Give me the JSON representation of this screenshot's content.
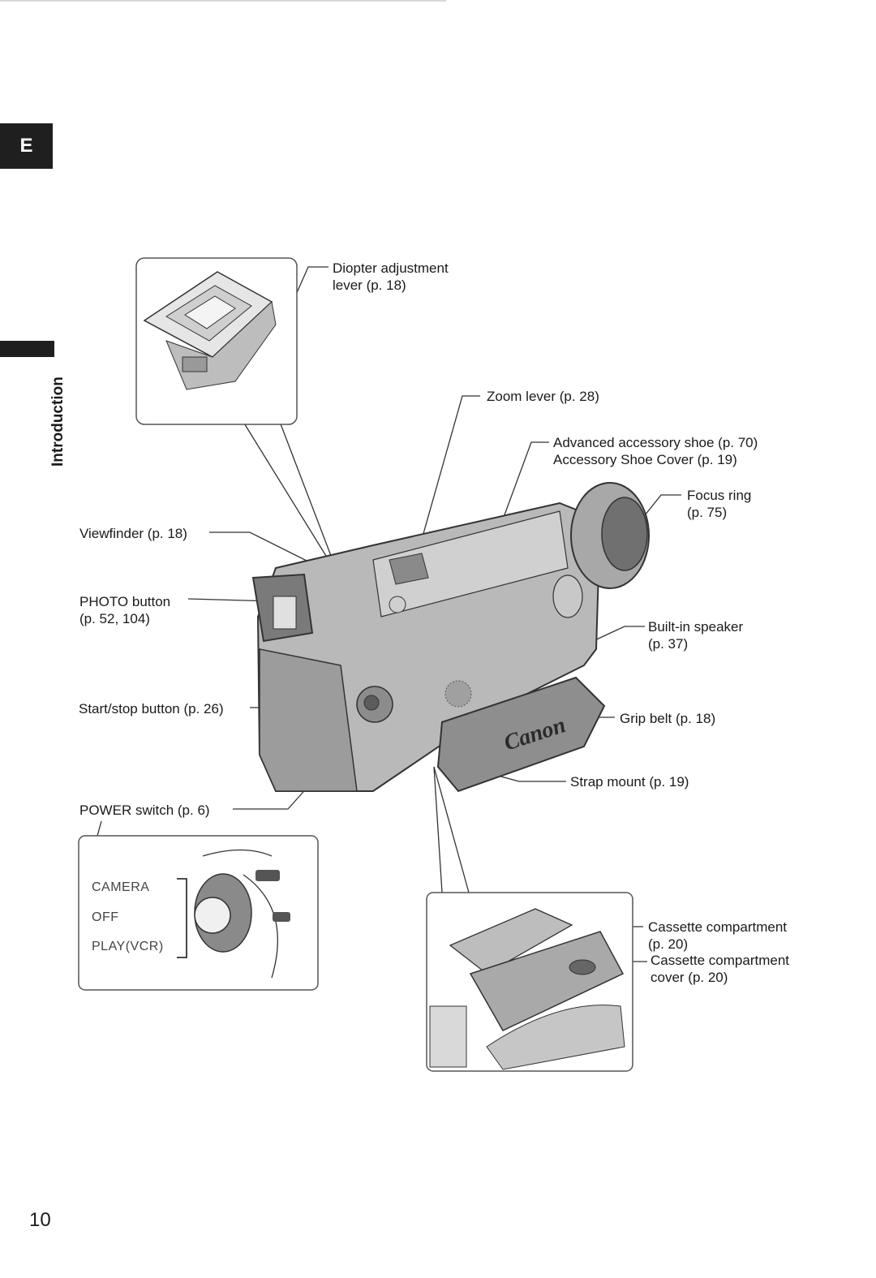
{
  "tab": {
    "letter": "E"
  },
  "section": {
    "label": "Introduction"
  },
  "callouts": {
    "diopter": [
      "Diopter adjustment",
      "lever (p. 18)"
    ],
    "zoom": "Zoom lever (p. 28)",
    "shoe": [
      "Advanced accessory shoe (p. 70)",
      "Accessory Shoe Cover (p. 19)"
    ],
    "focus": [
      "Focus ring",
      "(p. 75)"
    ],
    "viewfinder": "Viewfinder (p. 18)",
    "photo": [
      "PHOTO button",
      "(p. 52, 104)"
    ],
    "speaker": [
      "Built-in speaker",
      "(p. 37)"
    ],
    "startstop": "Start/stop button (p. 26)",
    "grip": "Grip belt (p. 18)",
    "strap": "Strap mount (p. 19)",
    "power": "POWER switch (p. 6)",
    "cassette": [
      "Cassette compartment",
      "(p. 20)"
    ],
    "cassette_cover": [
      "Cassette compartment",
      "cover (p. 20)"
    ]
  },
  "power_modes": [
    "CAMERA",
    "OFF",
    "PLAY(VCR)"
  ],
  "brand": "Canon",
  "page_number": "10"
}
